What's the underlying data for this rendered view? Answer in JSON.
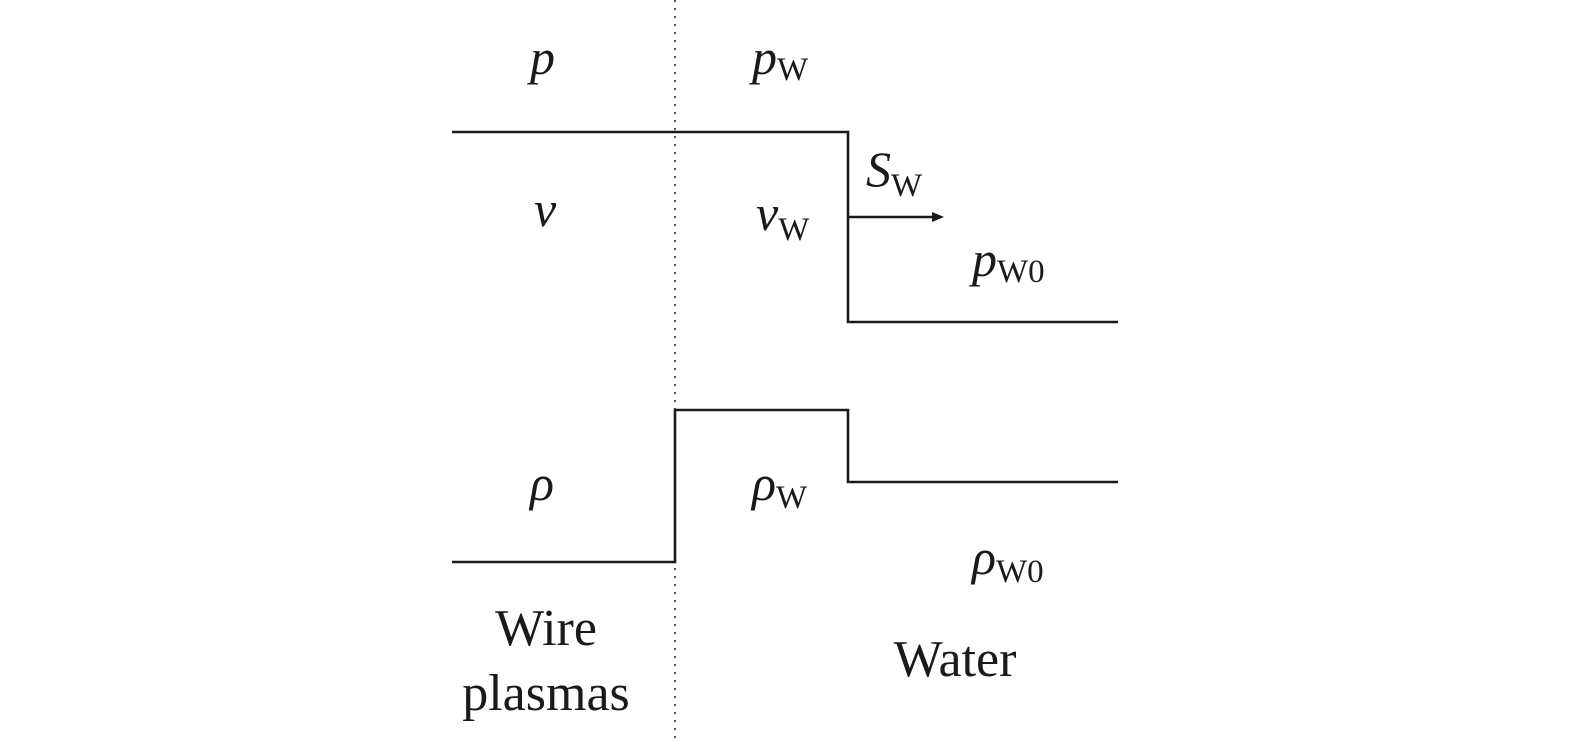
{
  "labels": {
    "pressure_plasma": "p",
    "pressure_water_sym": "p",
    "pressure_water_sub": "W",
    "shock_sym": "S",
    "shock_sub": "W",
    "velocity_plasma": "v",
    "velocity_water_sym": "v",
    "velocity_water_sub": "W",
    "pressure_ambient_sym": "p",
    "pressure_ambient_sub": "W0",
    "density_plasma": "ρ",
    "density_water_sym": "ρ",
    "density_water_sub": "W",
    "density_ambient_sym": "ρ",
    "density_ambient_sub": "W0"
  },
  "regions": {
    "left_line1": "Wire",
    "left_line2": "plasmas",
    "right": "Water"
  }
}
